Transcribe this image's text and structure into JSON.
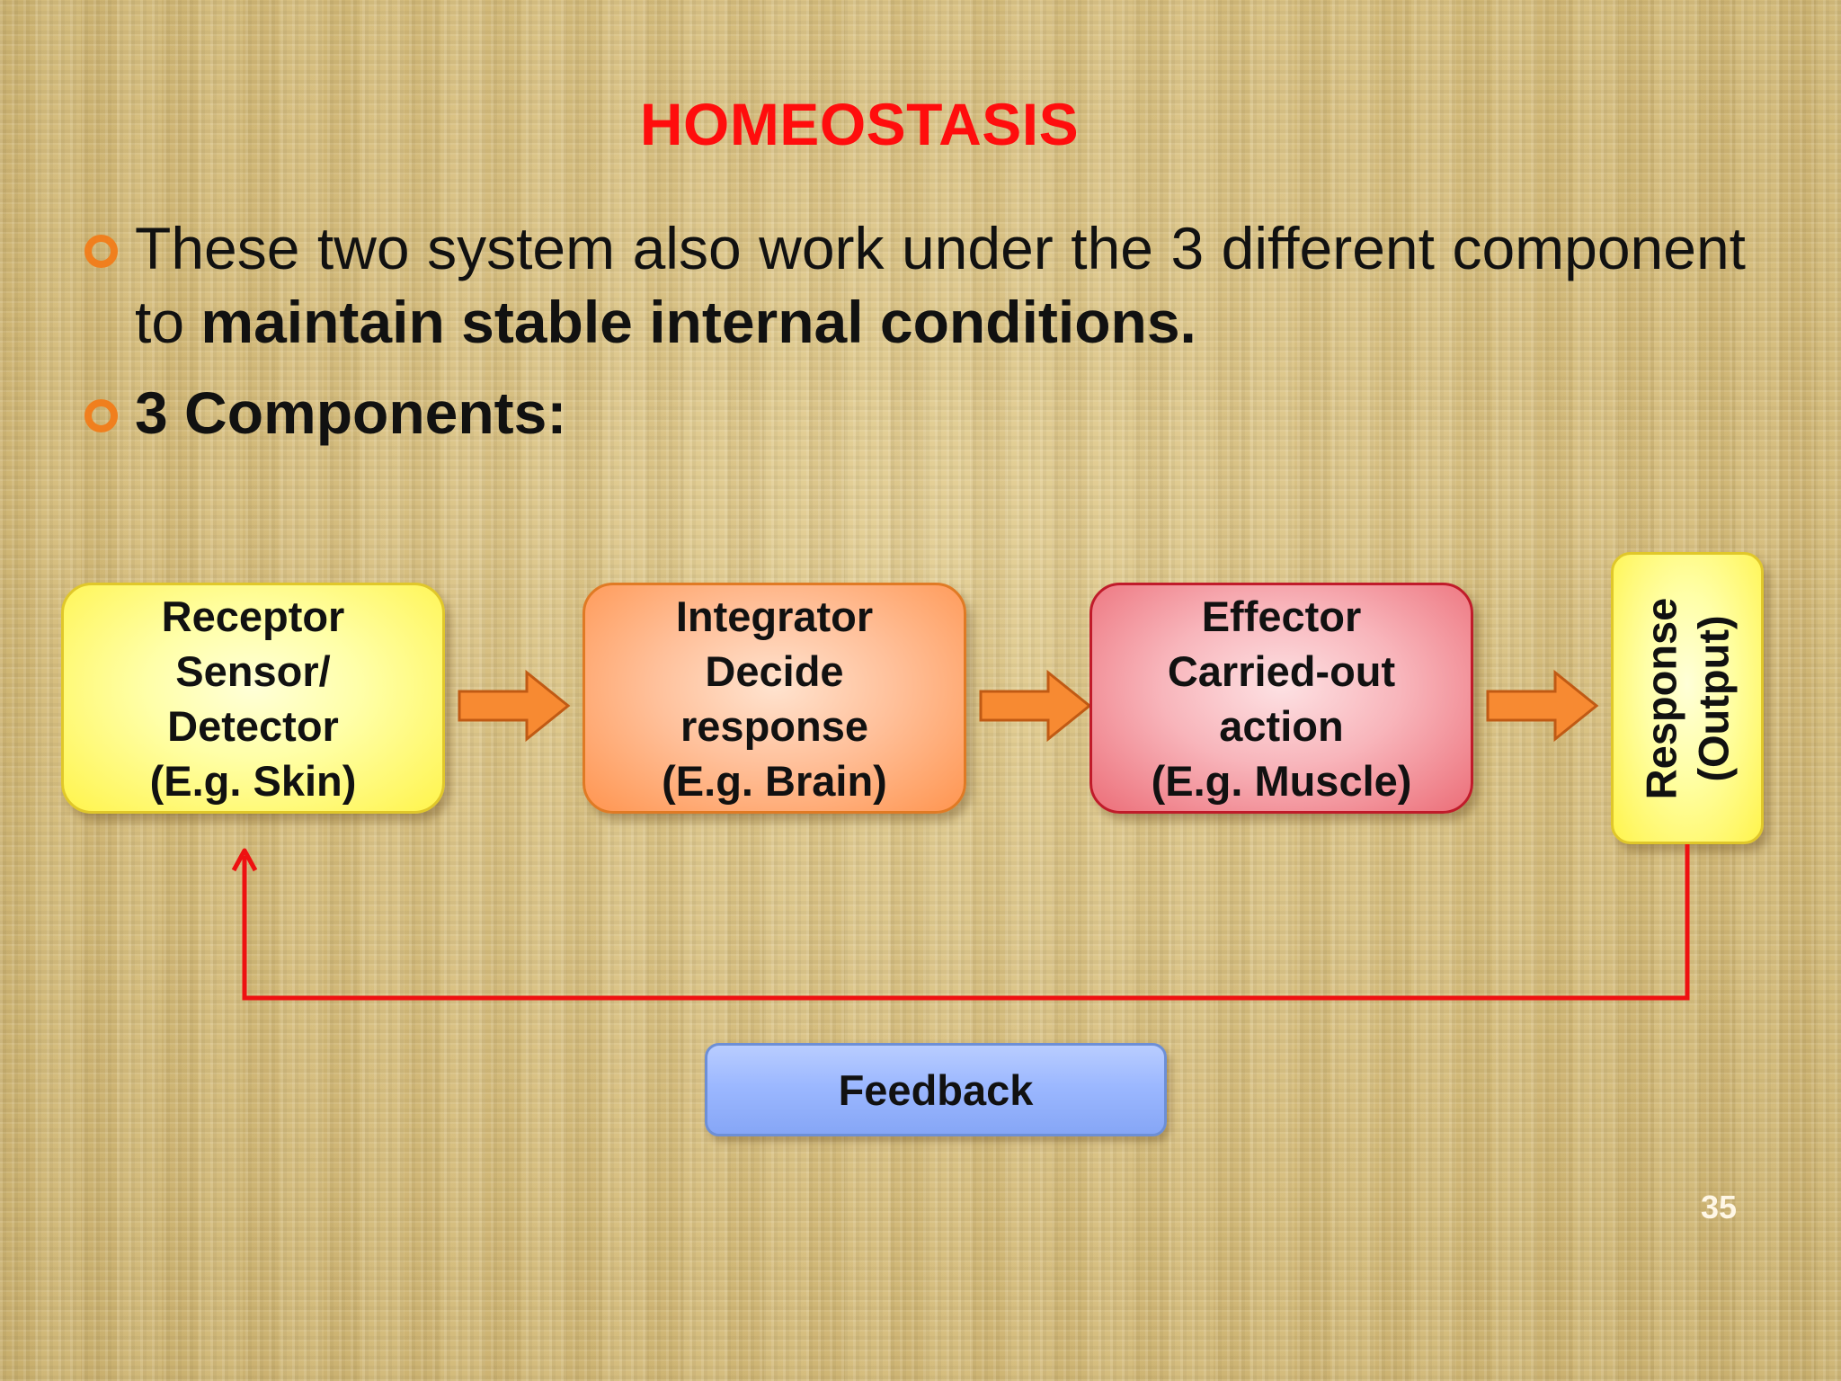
{
  "slide": {
    "title": "HOMEOSTASIS",
    "bullets": [
      {
        "plain": "These two system also work under the 3 different component to ",
        "bold": "maintain stable internal conditions."
      },
      {
        "bold": "3 Components:"
      }
    ],
    "page_number": "35"
  },
  "diagram": {
    "boxes": {
      "receptor": "Receptor\nSensor/\nDetector\n(E.g. Skin)",
      "integrator": "Integrator\nDecide\nresponse\n(E.g. Brain)",
      "effector": "Effector\nCarried-out\naction\n(E.g. Muscle)",
      "response": "Response\n(Output)",
      "feedback": "Feedback"
    },
    "colors": {
      "title": "#ff0d0d",
      "bullet_marker": "#f07f1e",
      "arrow_fill": "#f78a32",
      "arrow_stroke": "#c05a14",
      "feedback_line": "#ee1111",
      "receptor_fill": "#fff44c",
      "integrator_fill": "#ff9550",
      "effector_fill": "#ec6e78",
      "response_fill": "#fff44c",
      "feedback_fill": "#9cb8ff"
    }
  }
}
